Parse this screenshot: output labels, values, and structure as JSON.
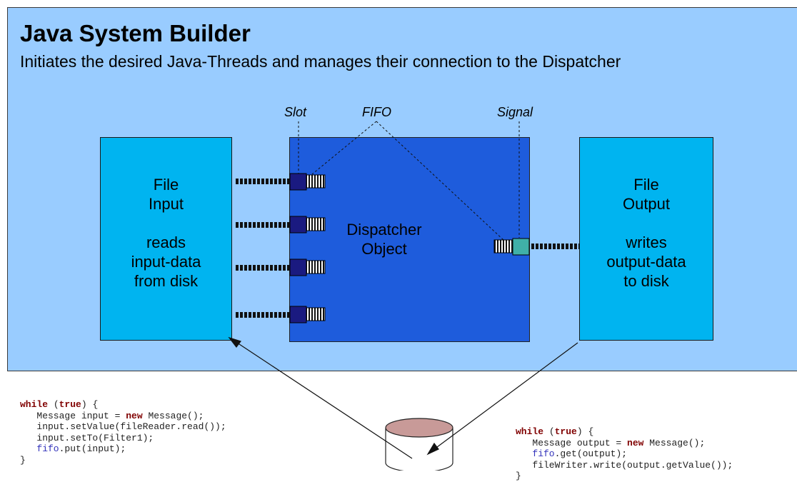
{
  "title": "Java System Builder",
  "subtitle": "Initiates the desired Java-Threads and manages their connection to the Dispatcher",
  "callouts": {
    "slot": "Slot",
    "fifo": "FIFO",
    "signal": "Signal"
  },
  "file_input": {
    "line1": "File",
    "line2": "Input",
    "line3": "reads",
    "line4": "input-data",
    "line5": "from disk"
  },
  "dispatcher": {
    "line1": "Dispatcher",
    "line2": "Object"
  },
  "file_output": {
    "line1": "File",
    "line2": "Output",
    "line3": "writes",
    "line4": "output-data",
    "line5": "to disk"
  },
  "code_left": {
    "l1_kw1": "while",
    "l1_kw2": "true",
    "l1_a": " (",
    "l1_b": ") {",
    "l2_a": "   Message input = ",
    "l2_kw": "new",
    "l2_b": " Message();",
    "l3": "   input.setValue(fileReader.read());",
    "l4": "   input.setTo(Filter1);",
    "l5_fifo": "fifo",
    "l5_b": ".put(input);",
    "l6": "}"
  },
  "code_right": {
    "l1_kw1": "while",
    "l1_kw2": "true",
    "l1_a": " (",
    "l1_b": ") {",
    "l2_a": "   Message output = ",
    "l2_kw": "new",
    "l2_b": " Message();",
    "l3_fifo": "fifo",
    "l3_b": ".get(output);",
    "l4": "   fileWriter.write(output.getValue());",
    "l5": "}"
  },
  "colors": {
    "panel": "#99ccff",
    "file_box": "#00b4f0",
    "dispatcher": "#1e5cdc",
    "slot": "#1a1a80",
    "signal": "#40b0a8",
    "disk": "#c89a98",
    "keyword": "#800000",
    "fifo_ref": "#3333bb"
  }
}
